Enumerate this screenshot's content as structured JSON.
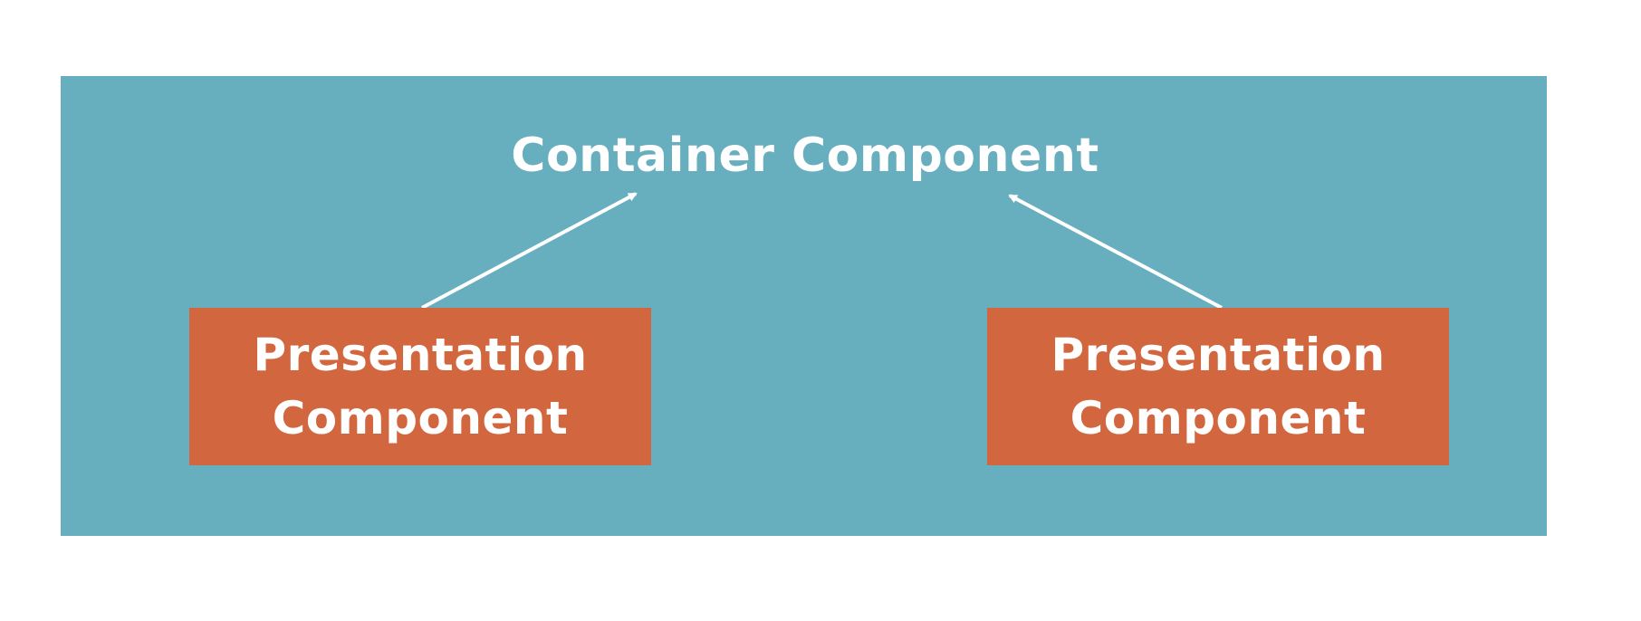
{
  "diagram": {
    "container": {
      "label": "Container Component"
    },
    "presentation_left": {
      "line1": "Presentation",
      "line2": "Component"
    },
    "presentation_right": {
      "line1": "Presentation",
      "line2": "Component"
    },
    "colors": {
      "background": "#ffffff",
      "container_fill": "#67aebf",
      "presentation_fill": "#d2673f",
      "text": "#ffffff",
      "arrow": "#ffffff"
    }
  }
}
